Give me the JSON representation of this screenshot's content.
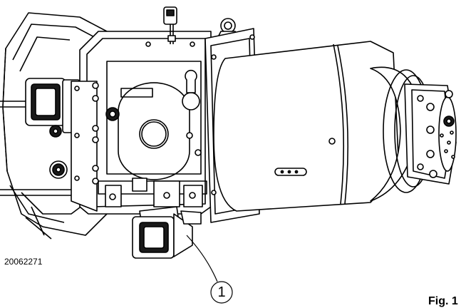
{
  "drawing_id": "20062271",
  "callout_number": "1",
  "figure_label": "Fig. 1",
  "colors": {
    "line": "#000000",
    "fill": "#ffffff",
    "shade": "#1a1a1a"
  }
}
